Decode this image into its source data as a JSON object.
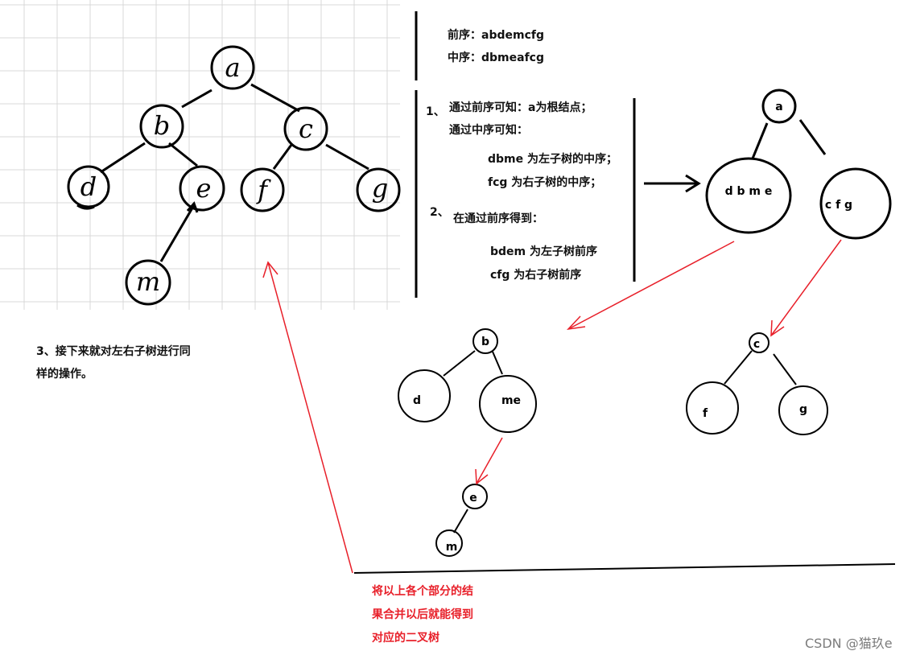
{
  "traversals": {
    "preorder": "前序：abdemcfg",
    "inorder": "中序：dbmeafcg"
  },
  "step1": {
    "num": "1、",
    "line1": "通过前序可知：a为根结点；",
    "line2": "通过中序可知：",
    "line3": "dbme 为左子树的中序；",
    "line4": "fcg 为右子树的中序；"
  },
  "step2": {
    "num": "2、",
    "line1": "在通过前序得到：",
    "line2": "bdem 为左子树前序",
    "line3": "cfg 为右子树前序"
  },
  "step3": {
    "line1": "3、接下来就对左右子树进行同",
    "line2": "样的操作。"
  },
  "conclusion": {
    "line1": "将以上各个部分的结",
    "line2": "果合并以后就能得到",
    "line3": "对应的二叉树"
  },
  "final_tree": {
    "a": "a",
    "b": "b",
    "c": "c",
    "d": "d",
    "e": "e",
    "f": "f",
    "g": "g",
    "m": "m"
  },
  "split_tree": {
    "root": "a",
    "left": "d b m e",
    "right": "c f g"
  },
  "left_subtree": {
    "root": "b",
    "left": "d",
    "right": "me",
    "e": "e",
    "m": "m"
  },
  "right_subtree": {
    "root": "c",
    "left": "f",
    "right": "g"
  },
  "watermark": "CSDN @猫玖e",
  "colors": {
    "grid": "#d9d9d9",
    "ink": "#000000",
    "accent": "#e8202a"
  }
}
